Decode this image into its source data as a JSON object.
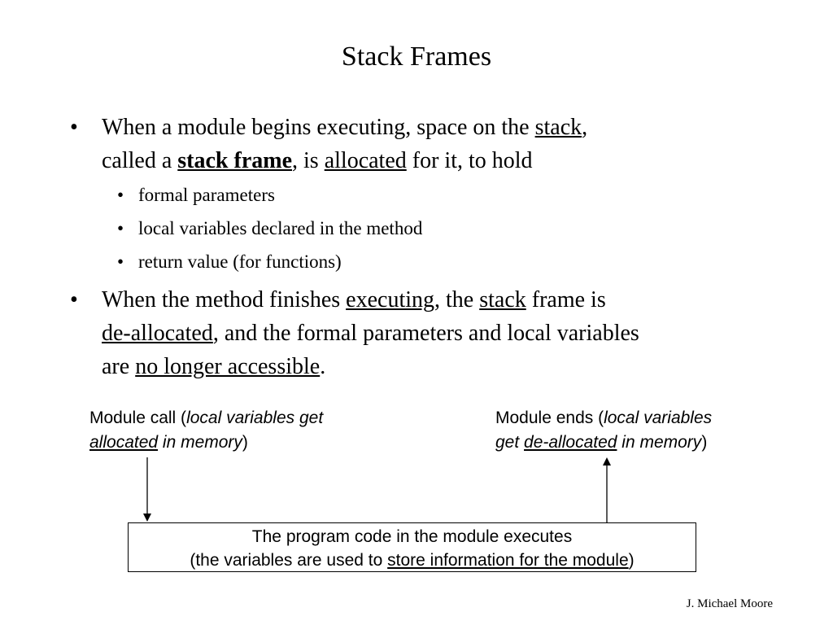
{
  "title": "Stack Frames",
  "bullet1": {
    "t1": "When a module begins executing, space on the ",
    "u1": "stack",
    "t2": ",",
    "t3": "called a ",
    "u2": "stack frame",
    "t4": ", is ",
    "u3": "allocated",
    "t5": " for it, to hold"
  },
  "sub_bullets": [
    "formal parameters",
    "local variables declared in the method",
    "return value (for functions)"
  ],
  "bullet2": {
    "t1": "When the method finishes ",
    "u1": "executing",
    "t2": ", the ",
    "u2": "stack",
    "t3": " frame is",
    "u3": "de-allocated",
    "t4": ", and the formal parameters and local variables",
    "t5": "are ",
    "u4": "no longer accessible",
    "t6": "."
  },
  "callout_left": {
    "prefix": "Module call (",
    "italic1": "local variables get",
    "italic_u": "allocated",
    "italic2": " in memory",
    "suffix": ")"
  },
  "callout_right": {
    "prefix": "Module ends (",
    "italic1": "local variables",
    "italic2": "get ",
    "italic_u": "de-allocated",
    "italic3": " in memory",
    "suffix": ")"
  },
  "box": {
    "line1": "The program code in the module executes",
    "line2_pre": "(the variables are used to ",
    "line2_u": "store information for the module",
    "line2_post": ")"
  },
  "footer": "J. Michael Moore",
  "bullet_glyph": "•"
}
